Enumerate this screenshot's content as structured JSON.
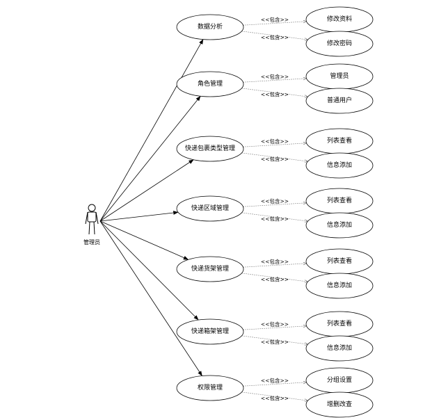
{
  "actor": {
    "label": "管理员"
  },
  "relation_label": "<<包含>>",
  "use_cases": [
    {
      "label": "数据分析",
      "children": [
        "修改资料",
        "修改密码"
      ]
    },
    {
      "label": "角色管理",
      "children": [
        "管理员",
        "普通用户"
      ]
    },
    {
      "label": "快递包裹类型管理",
      "children": [
        "列表查看",
        "信息添加"
      ]
    },
    {
      "label": "快递区域管理",
      "children": [
        "列表查看",
        "信息添加"
      ]
    },
    {
      "label": "快递货架管理",
      "children": [
        "列表查看",
        "信息添加"
      ]
    },
    {
      "label": "快递箱架管理",
      "children": [
        "列表查看",
        "信息添加"
      ]
    },
    {
      "label": "权限管理",
      "children": [
        "分组设置",
        "增删改查"
      ]
    }
  ]
}
